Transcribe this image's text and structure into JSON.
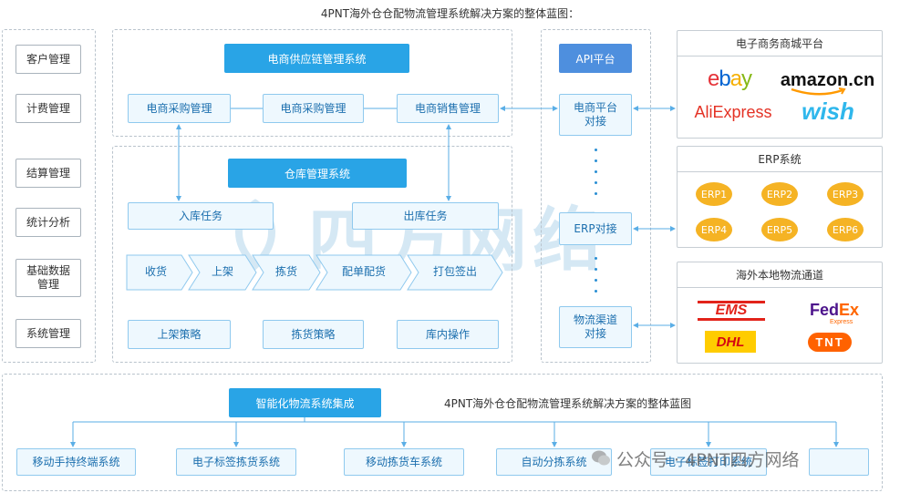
{
  "page_title": "4PNT海外仓仓配物流管理系统解决方案的整体蓝图：",
  "left_panel": [
    "客户管理",
    "计费管理",
    "结算管理",
    "统计分析",
    "基础数据\n管理",
    "系统管理"
  ],
  "supply_chain": {
    "title": "电商供应链管理系统",
    "items": [
      "电商采购管理",
      "电商采购管理",
      "电商销售管理"
    ]
  },
  "warehouse": {
    "title": "仓库管理系统",
    "inbound": "入库任务",
    "outbound": "出库任务",
    "flow": [
      "收货",
      "上架",
      "拣货",
      "配单配货",
      "打包签出"
    ],
    "strategies": [
      "上架策略",
      "拣货策略",
      "库内操作"
    ]
  },
  "api": {
    "title": "API平台",
    "items": [
      "电商平台\n对接",
      "ERP对接",
      "物流渠道\n对接"
    ]
  },
  "ecommerce": {
    "title": "电子商务商城平台",
    "logos": [
      "ebay",
      "amazon.cn",
      "AliExpress",
      "wish"
    ]
  },
  "erp": {
    "title": "ERP系统",
    "items": [
      "ERP1",
      "ERP2",
      "ERP3",
      "ERP4",
      "ERP5",
      "ERP6"
    ]
  },
  "logistics": {
    "title": "海外本地物流通道",
    "logos": [
      "EMS",
      "FedEx",
      "Express",
      "DHL",
      "TNT"
    ]
  },
  "bottom": {
    "title": "智能化物流系统集成",
    "caption": "4PNT海外仓仓配物流管理系统解决方案的整体蓝图",
    "items": [
      "移动手持终端系统",
      "电子标签拣货系统",
      "移动拣货车系统",
      "自动分拣系统",
      "电子标签打印系统"
    ]
  },
  "watermark": {
    "text": "四方网络",
    "account": "公众号 · 4PNT四方网络"
  },
  "colors": {
    "accent": "#29a4e6",
    "light_box": "#eef8fe",
    "erp": "#f5b324",
    "ebay_red": "#e53238",
    "ebay_blue": "#0064d2",
    "ebay_yellow": "#f5af02",
    "ebay_green": "#86b817",
    "ali": "#e43225",
    "wish": "#2fb7ec",
    "ems": "#e2231a",
    "dhl": "#ffcc00",
    "dhl_red": "#d40511",
    "fedex_purple": "#4d148c",
    "fedex_orange": "#ff6600",
    "tnt": "#ff6200"
  }
}
